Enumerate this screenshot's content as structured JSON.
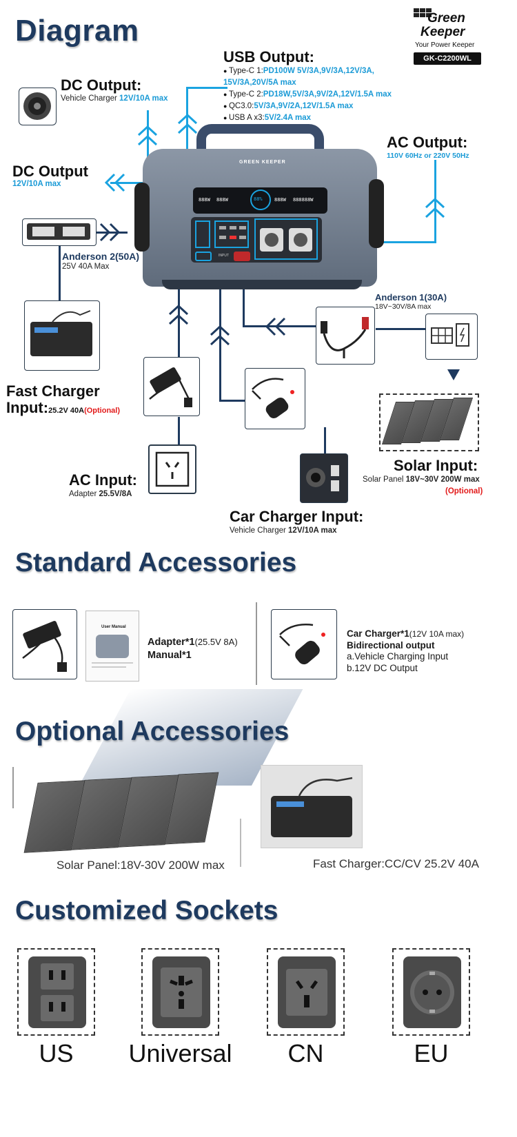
{
  "brand": {
    "logo_line1": "Green",
    "logo_line2": "Keeper",
    "tagline": "Your Power Keeper",
    "model": "GK-C2200WL"
  },
  "diagram": {
    "title": "Diagram",
    "device_brand": "GREEN KEEPER",
    "device_input_label": "INPUT",
    "display_readouts": [
      "888W",
      "888W",
      "88%",
      "888W",
      "888888W"
    ],
    "dc_output_top": {
      "title": "DC Output:",
      "desc": "Vehicle Charger ",
      "spec": "12V/10A max"
    },
    "dc_output_left": {
      "title": "DC Output",
      "spec": "12V/10A max"
    },
    "usb_output": {
      "title": "USB Output:",
      "items": [
        {
          "label": "Type-C 1:",
          "spec": "PD100W 5V/3A,9V/3A,12V/3A,"
        },
        {
          "label": "",
          "spec": "15V/3A,20V/5A max"
        },
        {
          "label": "Type-C 2:",
          "spec": "PD18W,5V/3A,9V/2A,12V/1.5A max"
        },
        {
          "label": "QC3.0:",
          "spec": "5V/3A,9V/2A,12V/1.5A max"
        },
        {
          "label": "USB A x3:",
          "spec": "5V/2.4A max"
        }
      ]
    },
    "ac_output": {
      "title": "AC Output:",
      "spec": "110V 60Hz or 220V 50Hz"
    },
    "anderson2": {
      "title": "Anderson 2(50A)",
      "spec": "25V 40A Max"
    },
    "anderson1": {
      "title": "Anderson 1(30A)",
      "spec": "18V~30V/8A max"
    },
    "fast_charger": {
      "title_line1": "Fast Charger",
      "title_line2": "Input:",
      "spec": "25.2V 40A",
      "optional": "(Optional)"
    },
    "solar_input": {
      "title": "Solar Input:",
      "desc": "Solar Panel ",
      "spec": "18V~30V 200W max",
      "optional": "(Optional)"
    },
    "ac_input": {
      "title": "AC Input:",
      "desc": "Adapter ",
      "spec": "25.5V/8A"
    },
    "car_input": {
      "title": "Car Charger Input:",
      "desc": "Vehicle Charger ",
      "spec": "12V/10A max"
    }
  },
  "standard": {
    "title": "Standard Accessories",
    "manual_title": "User Manual",
    "adapter_label": "Adapter*1",
    "adapter_spec": "(25.5V 8A)",
    "manual_label": "Manual*1",
    "car_label": "Car Charger*1",
    "car_spec": "(12V 10A max)",
    "car_line2": "Bidirectional output",
    "car_line3": "a.Vehicle Charging Input",
    "car_line4": "b.12V DC Output"
  },
  "optional": {
    "title": "Optional Accessories",
    "solar_caption": "Solar Panel:18V-30V 200W max",
    "charger_caption": "Fast Charger:CC/CV 25.2V 40A"
  },
  "sockets": {
    "title": "Customized Sockets",
    "items": [
      "US",
      "Universal",
      "CN",
      "EU"
    ]
  },
  "colors": {
    "navy": "#1e3a5f",
    "cyan": "#1aa3e0",
    "red": "#e21a1a"
  }
}
